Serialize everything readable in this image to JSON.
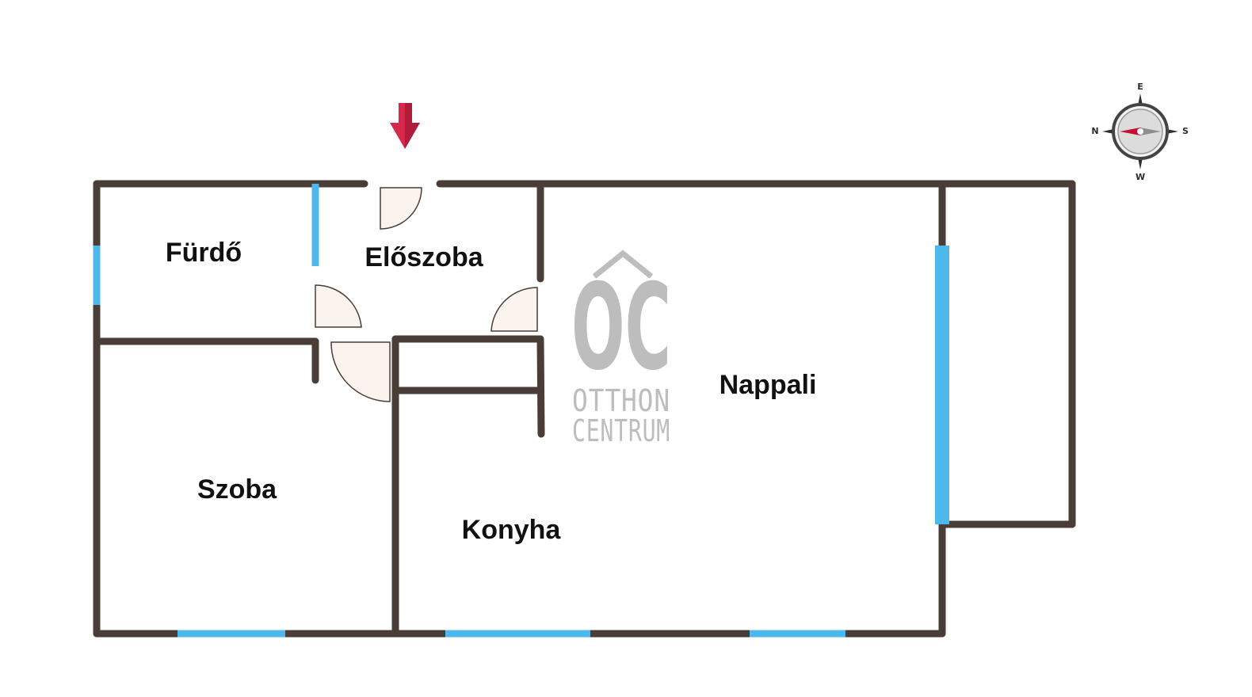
{
  "rooms": {
    "furdo": "Fürdő",
    "eloszoba": "Előszoba",
    "nappali": "Nappali",
    "szoba": "Szoba",
    "konyha": "Konyha"
  },
  "logo": {
    "mark": "OC",
    "line1": "OTTHON",
    "line2": "CENTRUM"
  },
  "compass": {
    "top": "E",
    "right": "S",
    "bottom": "W",
    "left": "N"
  },
  "colors": {
    "wall": "#4a3d37",
    "window": "#4db8ec",
    "door_fill": "#fbf4ee",
    "entrance_arrow": "#d6284a",
    "watermark": "#bdbdbd",
    "compass_needle": "#c8102e"
  },
  "icons": {
    "entrance": "entrance-arrow-icon",
    "compass": "compass-rose-icon"
  }
}
